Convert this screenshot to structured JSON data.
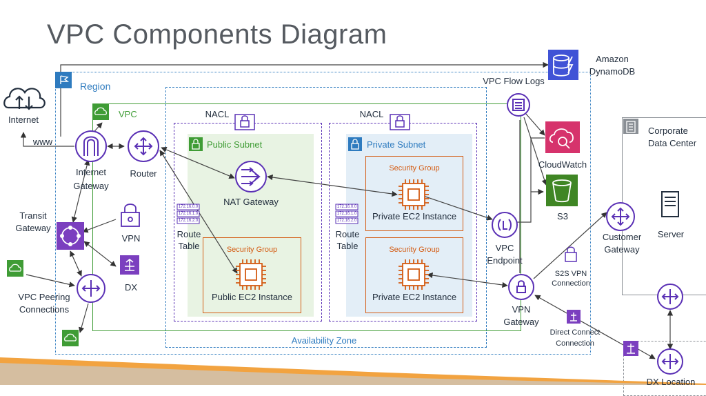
{
  "title": "VPC Components Diagram",
  "colors": {
    "region": "#2e7bbf",
    "vpc": "#3f9c35",
    "subnet_public": "#e8f3e3",
    "subnet_private": "#e3eef7",
    "security": "#d45b12",
    "nacl": "#5a30b5",
    "purple": "#7b3fbf",
    "cloudwatch": "#d6336c",
    "s3": "#3f8624",
    "dynamodb": "#4053d6"
  },
  "labels": {
    "internet": "Internet",
    "www": "www",
    "region": "Region",
    "vpc": "VPC",
    "internet_gateway": [
      "Internet",
      "Gateway"
    ],
    "router": "Router",
    "nacl_public": "NACL",
    "nacl_private": "NACL",
    "public_subnet": "Public Subnet",
    "private_subnet": "Private Subnet",
    "nat_gateway": "NAT Gateway",
    "security_group_public": "Security Group",
    "security_group_private_1": "Security Group",
    "security_group_private_2": "Security Group",
    "private_ec2_1": "Private EC2 Instance",
    "private_ec2_2": "Private EC2 Instance",
    "public_ec2": "Public EC2 Instance",
    "route_table_public": [
      "Route",
      "Table"
    ],
    "route_table_private": [
      "Route",
      "Table"
    ],
    "vpc_flow_logs": "VPC Flow Logs",
    "amazon_dynamodb": [
      "Amazon",
      "DynamoDB"
    ],
    "cloudwatch": "CloudWatch",
    "s3": "S3",
    "vpc_endpoint": [
      "VPC",
      "Endpoint"
    ],
    "vpn_gateway": [
      "VPN",
      "Gateway"
    ],
    "transit_gateway": [
      "Transit",
      "Gateway"
    ],
    "vpn": "VPN",
    "dx": "DX",
    "vpc_peering": [
      "VPC Peering",
      "Connections"
    ],
    "availability_zone": "Availability Zone",
    "corporate_dc": [
      "Corporate",
      "Data Center"
    ],
    "server": "Server",
    "customer_gateway": [
      "Customer",
      "Gateway"
    ],
    "s2s_vpn": [
      "S2S VPN",
      "Connection"
    ],
    "direct_connect": [
      "Direct Connect",
      "Connection"
    ],
    "dx_location": "DX Location",
    "route_entries": [
      "172.16.0.0",
      "172.16.1.0",
      "172.16.2.0"
    ]
  }
}
